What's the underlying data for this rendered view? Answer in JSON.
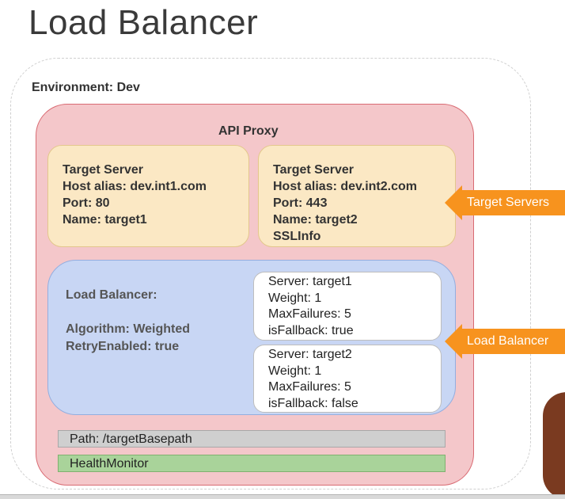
{
  "title": "Load Balancer",
  "environment": {
    "label": "Environment: Dev"
  },
  "api_proxy": {
    "label": "API Proxy"
  },
  "target_servers": [
    {
      "lines": [
        "Target Server",
        "Host alias: dev.int1.com",
        "Port: 80",
        "Name: target1"
      ]
    },
    {
      "lines": [
        "Target Server",
        "Host alias: dev.int2.com",
        "Port: 443",
        "Name: target2",
        "SSLInfo"
      ]
    }
  ],
  "load_balancer": {
    "heading": "Load Balancer:",
    "algorithm": "Algorithm: Weighted",
    "retry": "RetryEnabled: true",
    "servers": [
      {
        "lines": [
          "Server: target1",
          "Weight: 1",
          "MaxFailures: 5",
          "isFallback: true"
        ]
      },
      {
        "lines": [
          "Server: target2",
          "Weight: 1",
          "MaxFailures: 5",
          "isFallback: false"
        ]
      }
    ]
  },
  "path": {
    "label": "Path: /targetBasepath"
  },
  "health_monitor": {
    "label": "HealthMonitor"
  },
  "callouts": {
    "target_servers": "Target Servers",
    "load_balancer": "Load Balancer"
  },
  "colors": {
    "proxy_fill": "#f4c7ca",
    "proxy_border": "#d96b73",
    "target_server_fill": "#fbe8c4",
    "load_balancer_fill": "#c8d6f4",
    "path_fill": "#cfcfcf",
    "health_monitor_fill": "#a9d39a",
    "callout": "#f7931e"
  }
}
